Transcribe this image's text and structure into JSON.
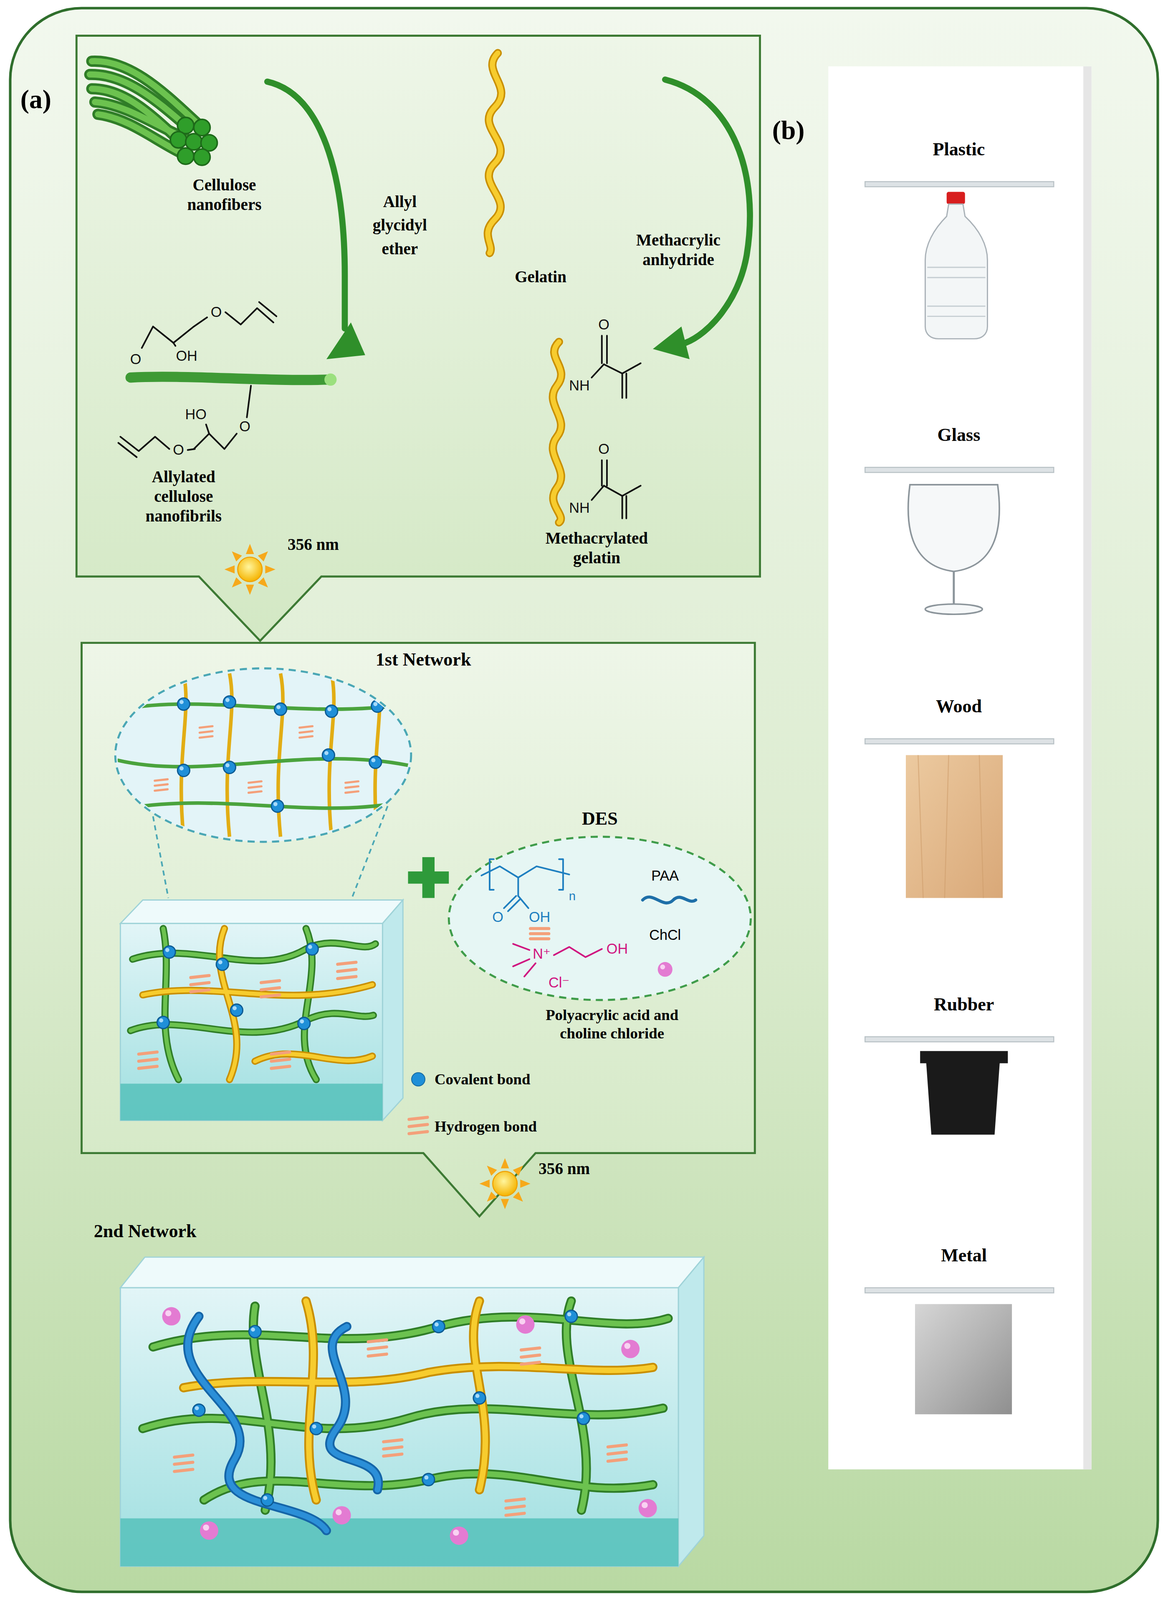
{
  "diagram": {
    "nodes": [
      {
        "text": [
          "(a)",
          "(b)"
        ]
      },
      {
        "text": [
          "Cellulose nanofibers",
          "Allyl glycidyl ether",
          "Allylated cellulose nanofibrils",
          "Gelatin",
          "Methacrylic anhydride",
          "Methacrylated gelatin"
        ],
        "in": 0
      },
      {
        "text": [
          "1st Network"
        ],
        "in": 0
      },
      {
        "text": [
          "DES",
          "PAA",
          "ChCl",
          "Polyacrylic acid and choline chloride"
        ],
        "in": 2
      },
      {
        "text": [
          "2nd Network"
        ],
        "in": 0
      },
      {
        "text": [
          "Plastic",
          "Glass",
          "Wood",
          "Rubber",
          "Metal"
        ],
        "in": 0
      }
    ],
    "labels": [
      "O",
      "OH",
      "O",
      "HO",
      "O",
      "O",
      "O",
      "NH",
      "O",
      "NH",
      "356 nm",
      "n",
      "O",
      "OH",
      "N⁺",
      "Cl⁻",
      "OH",
      "356 nm"
    ],
    "legend": [
      {
        "text": "Covalent bond",
        "color": "#1f8fd8"
      },
      {
        "text": "Hydrogen bond"
      }
    ]
  }
}
